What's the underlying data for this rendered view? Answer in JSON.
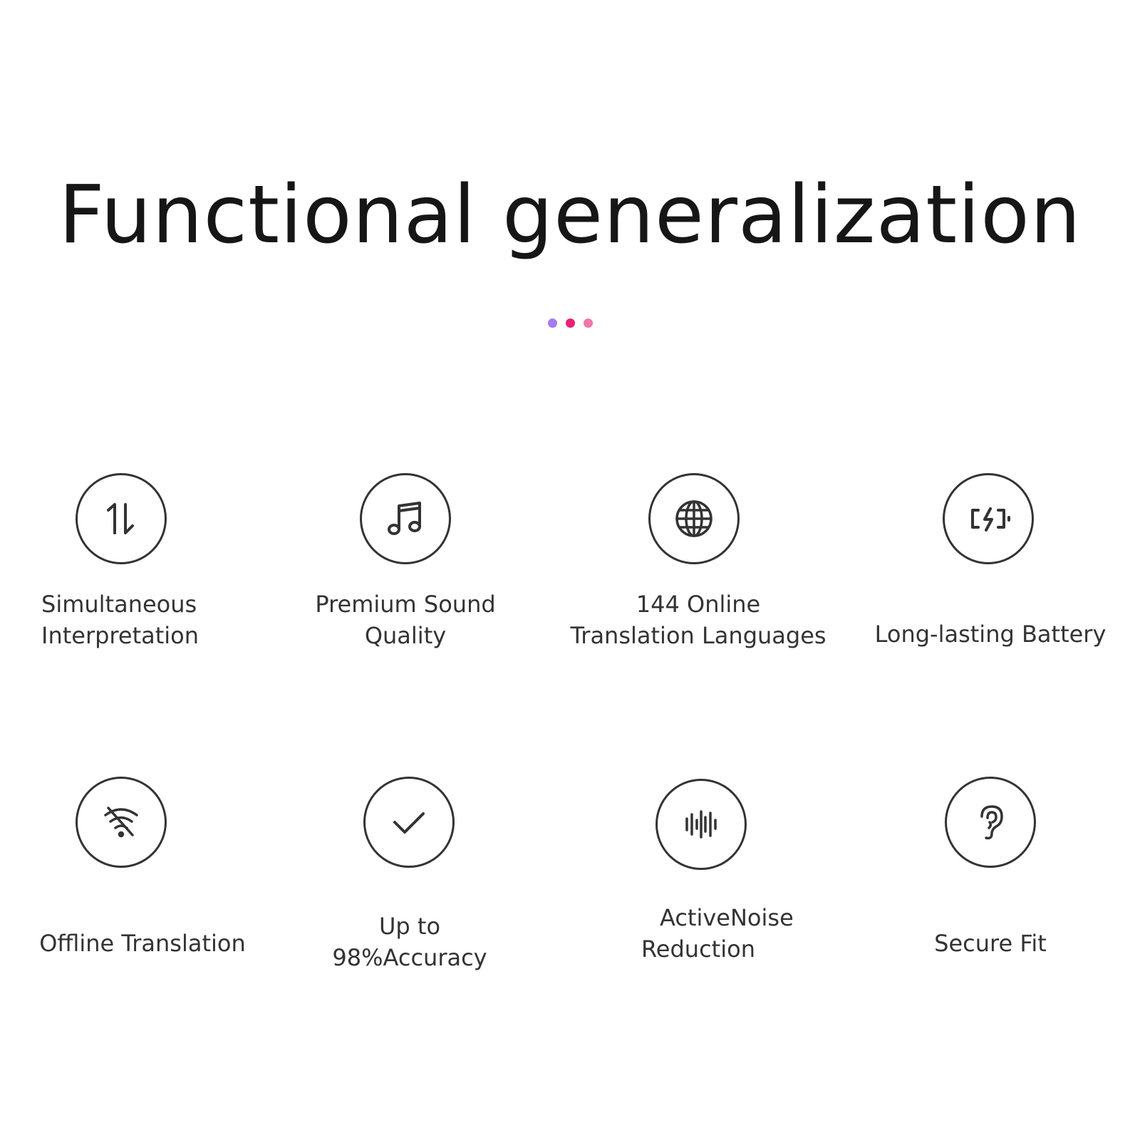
{
  "title": "Functional generalization",
  "dot_colors": [
    "#a57af3",
    "#ec1f74",
    "#f277a8"
  ],
  "features": [
    {
      "icon": "up-down-arrows-icon",
      "line1": "Simultaneous",
      "line2": "Interpretation"
    },
    {
      "icon": "music-note-icon",
      "line1": "Premium Sound",
      "line2": "Quality"
    },
    {
      "icon": "globe-icon",
      "line1": "144 Online",
      "line2": "Translation Languages"
    },
    {
      "icon": "battery-charging-icon",
      "line1": "Long-lasting Battery",
      "line2": ""
    },
    {
      "icon": "wifi-off-icon",
      "line1": "Offline Translation",
      "line2": ""
    },
    {
      "icon": "checkmark-icon",
      "line1": "Up to",
      "line2": "98%Accuracy"
    },
    {
      "icon": "sound-wave-icon",
      "line1": "ActiveNoise",
      "line2": "Reduction"
    },
    {
      "icon": "ear-icon",
      "line1": "Secure Fit",
      "line2": ""
    }
  ]
}
